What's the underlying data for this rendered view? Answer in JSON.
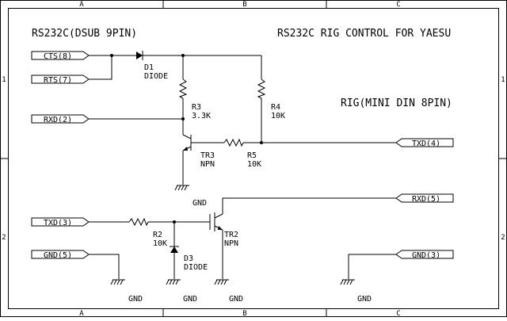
{
  "ruler": {
    "top": [
      "A",
      "B",
      "C"
    ],
    "bottom": [
      "A",
      "B",
      "C"
    ],
    "left": [
      "1",
      "2"
    ],
    "right": [
      "1",
      "2"
    ]
  },
  "titles": {
    "dsub": "RS232C(DSUB 9PIN)",
    "main": "RS232C RIG CONTROL FOR YAESU",
    "rig": "RIG(MINI DIN 8PIN)"
  },
  "ports": {
    "cts": "CTS(8)",
    "rts": "RTS(7)",
    "rxd_pc": "RXD(2)",
    "txd_pc": "TXD(3)",
    "gnd_pc": "GND(5)",
    "txd_rig": "TXD(4)",
    "rxd_rig": "RXD(5)",
    "gnd_rig": "GND(3)"
  },
  "components": {
    "d1": {
      "ref": "D1",
      "value": "DIODE"
    },
    "r3": {
      "ref": "R3",
      "value": "3.3K"
    },
    "r4": {
      "ref": "R4",
      "value": "10K"
    },
    "r5": {
      "ref": "R5",
      "value": "10K"
    },
    "tr3": {
      "ref": "TR3",
      "value": "NPN"
    },
    "r2": {
      "ref": "R2",
      "value": "10K"
    },
    "d3": {
      "ref": "D3",
      "value": "DIODE"
    },
    "tr2": {
      "ref": "TR2",
      "value": "NPN"
    }
  },
  "gnd_labels": {
    "tr2_top": "GND",
    "pc": "GND",
    "d3": "GND",
    "tr2": "GND",
    "rig": "GND"
  }
}
